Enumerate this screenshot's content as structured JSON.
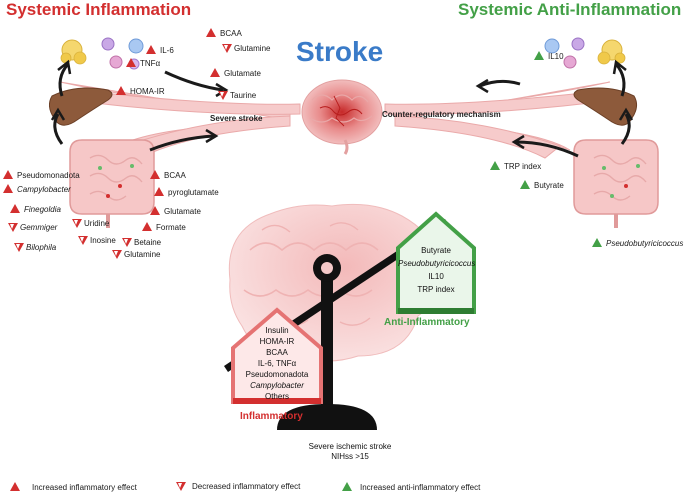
{
  "titles": {
    "left": "Systemic Inflammation",
    "right": "Systemic Anti-Inflammation",
    "center": "Stroke"
  },
  "pipe_labels": {
    "left": "Severe stroke",
    "right": "Counter-regulatory mechanism"
  },
  "left_top_markers": [
    {
      "text": "IL-6",
      "marker": "up"
    },
    {
      "text": "TNFα",
      "marker": "up"
    },
    {
      "text": "BCAA",
      "marker": "up"
    },
    {
      "text": "Glutamine",
      "marker": "down"
    },
    {
      "text": "Glutamate",
      "marker": "up"
    },
    {
      "text": "Taurine",
      "marker": "down"
    },
    {
      "text": "HOMA-IR",
      "marker": "up"
    }
  ],
  "left_gut_markers": [
    {
      "text": "Pseudomonadota",
      "marker": "up"
    },
    {
      "text": "Campylobacter",
      "marker": "up"
    },
    {
      "text": "Finegoldia",
      "marker": "up"
    },
    {
      "text": "Gemmiger",
      "marker": "down"
    },
    {
      "text": "Bilophila",
      "marker": "down"
    },
    {
      "text": "Uridine",
      "marker": "down"
    },
    {
      "text": "Inosine",
      "marker": "down"
    },
    {
      "text": "Betaine",
      "marker": "down"
    },
    {
      "text": "Glutamine",
      "marker": "down"
    },
    {
      "text": "BCAA",
      "marker": "up"
    },
    {
      "text": "pyroglutamate",
      "marker": "up"
    },
    {
      "text": "Glutamate",
      "marker": "up"
    },
    {
      "text": "Formate",
      "marker": "up"
    }
  ],
  "right_markers": [
    {
      "text": "IL10",
      "marker": "up"
    },
    {
      "text": "TRP index",
      "marker": "up"
    },
    {
      "text": "Butyrate",
      "marker": "up"
    },
    {
      "text": "Pseudobutyricicoccus",
      "marker": "up"
    }
  ],
  "inflammatory_box": {
    "title": "Inflammatory",
    "items": [
      "Insulin",
      "HOMA-IR",
      "BCAA",
      "IL-6, TNFα",
      "Pseudomonadota",
      "Campylobacter",
      "Others"
    ]
  },
  "anti_box": {
    "title": "Anti-Inflammatory",
    "items": [
      "Butyrate",
      "Pseudobutyricicoccus",
      "IL10",
      "TRP index"
    ]
  },
  "footer": {
    "line1": "Severe ischemic stroke",
    "line2": "NIHss >15"
  },
  "legend": {
    "increased_inflammatory": "Increased inflammatory effect",
    "decreased_inflammatory": "Decreased inflammatory effect",
    "increased_anti": "Increased anti-inflammatory effect"
  },
  "colors": {
    "inflammation": "#d32f2f",
    "anti_inflammation": "#43a047",
    "stroke_title": "#3a7bc8",
    "vessel": "#f4c3c3"
  }
}
